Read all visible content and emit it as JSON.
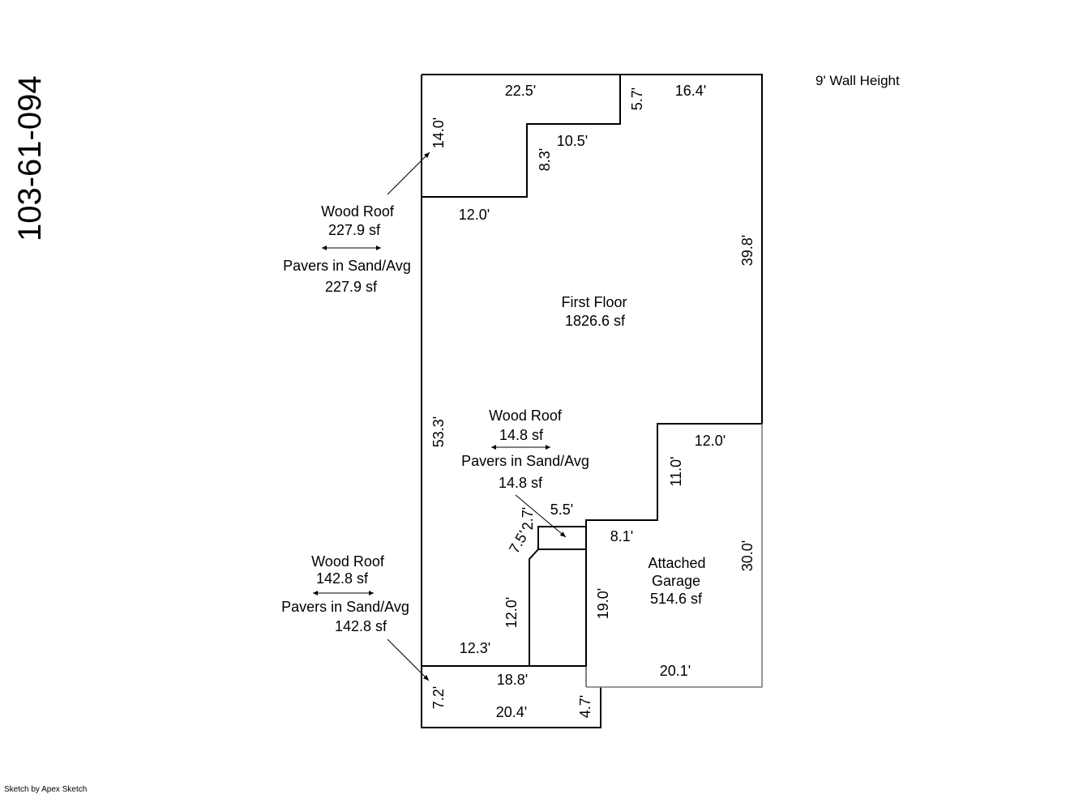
{
  "parcel_id": "103-61-094",
  "wall_height": "9' Wall Height",
  "credit": "Sketch by Apex Sketch",
  "areas": {
    "first_floor": {
      "name": "First Floor",
      "sf": "1826.6 sf"
    },
    "garage": {
      "line1": "Attached",
      "line2": "Garage",
      "sf": "514.6 sf"
    },
    "porch_top": {
      "roof": "Wood Roof",
      "roof_sf": "227.9 sf",
      "pavers": "Pavers in Sand/Avg",
      "pavers_sf": "227.9 sf"
    },
    "porch_mid": {
      "roof": "Wood Roof",
      "roof_sf": "14.8 sf",
      "pavers": "Pavers in Sand/Avg",
      "pavers_sf": "14.8 sf"
    },
    "porch_bottom": {
      "roof": "Wood Roof",
      "roof_sf": "142.8 sf",
      "pavers": "Pavers in Sand/Avg",
      "pavers_sf": "142.8 sf"
    }
  },
  "dimensions": {
    "d_22_5": "22.5'",
    "d_5_7": "5.7'",
    "d_16_4": "16.4'",
    "d_14_0": "14.0'",
    "d_10_5": "10.5'",
    "d_8_3": "8.3'",
    "d_12_0_top": "12.0'",
    "d_39_8": "39.8'",
    "d_53_3": "53.3'",
    "d_12_0_right": "12.0'",
    "d_11_0": "11.0'",
    "d_5_5": "5.5'",
    "d_2_7": "2.7'",
    "d_7_5": "7.5'",
    "d_8_1": "8.1'",
    "d_30_0": "30.0'",
    "d_19_0": "19.0'",
    "d_12_0_left": "12.0'",
    "d_12_3": "12.3'",
    "d_18_8": "18.8'",
    "d_20_1": "20.1'",
    "d_7_2": "7.2'",
    "d_20_4": "20.4'",
    "d_4_7": "4.7'"
  }
}
